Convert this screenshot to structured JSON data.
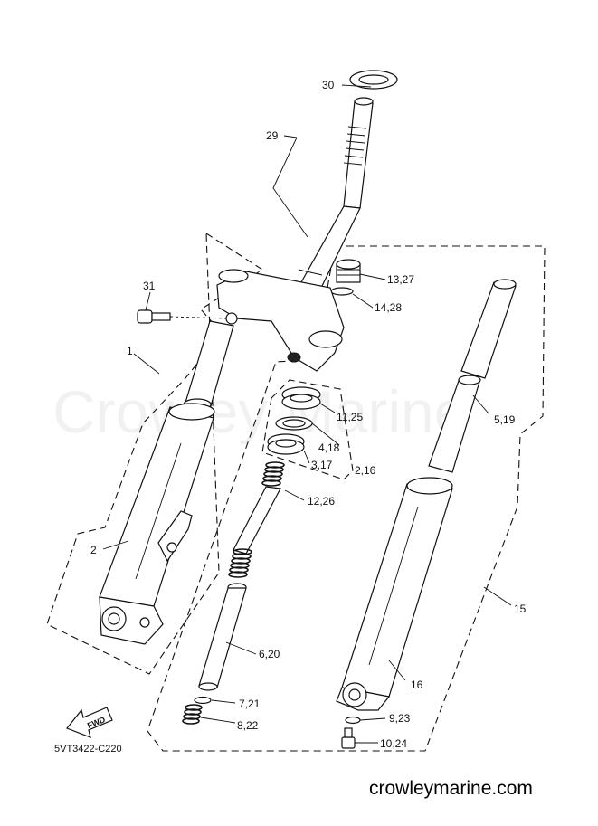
{
  "diagram": {
    "code": "5VT3422-C220",
    "watermark": "Crowley Marine",
    "site": "crowleymarine.com",
    "fwd_label": "FWD",
    "callouts": {
      "c30": "30",
      "c29": "29",
      "c13": "13,27",
      "c14": "14,28",
      "c31": "31",
      "c1": "1",
      "c11": "11,25",
      "c5": "5,19",
      "c4": "4,18",
      "c3": "3,17",
      "c2b": "2,16",
      "c12": "12,26",
      "c2": "2",
      "c15": "15",
      "c6": "6,20",
      "c16": "16",
      "c7": "7,21",
      "c9": "9,23",
      "c8": "8,22",
      "c10": "10,24"
    }
  }
}
